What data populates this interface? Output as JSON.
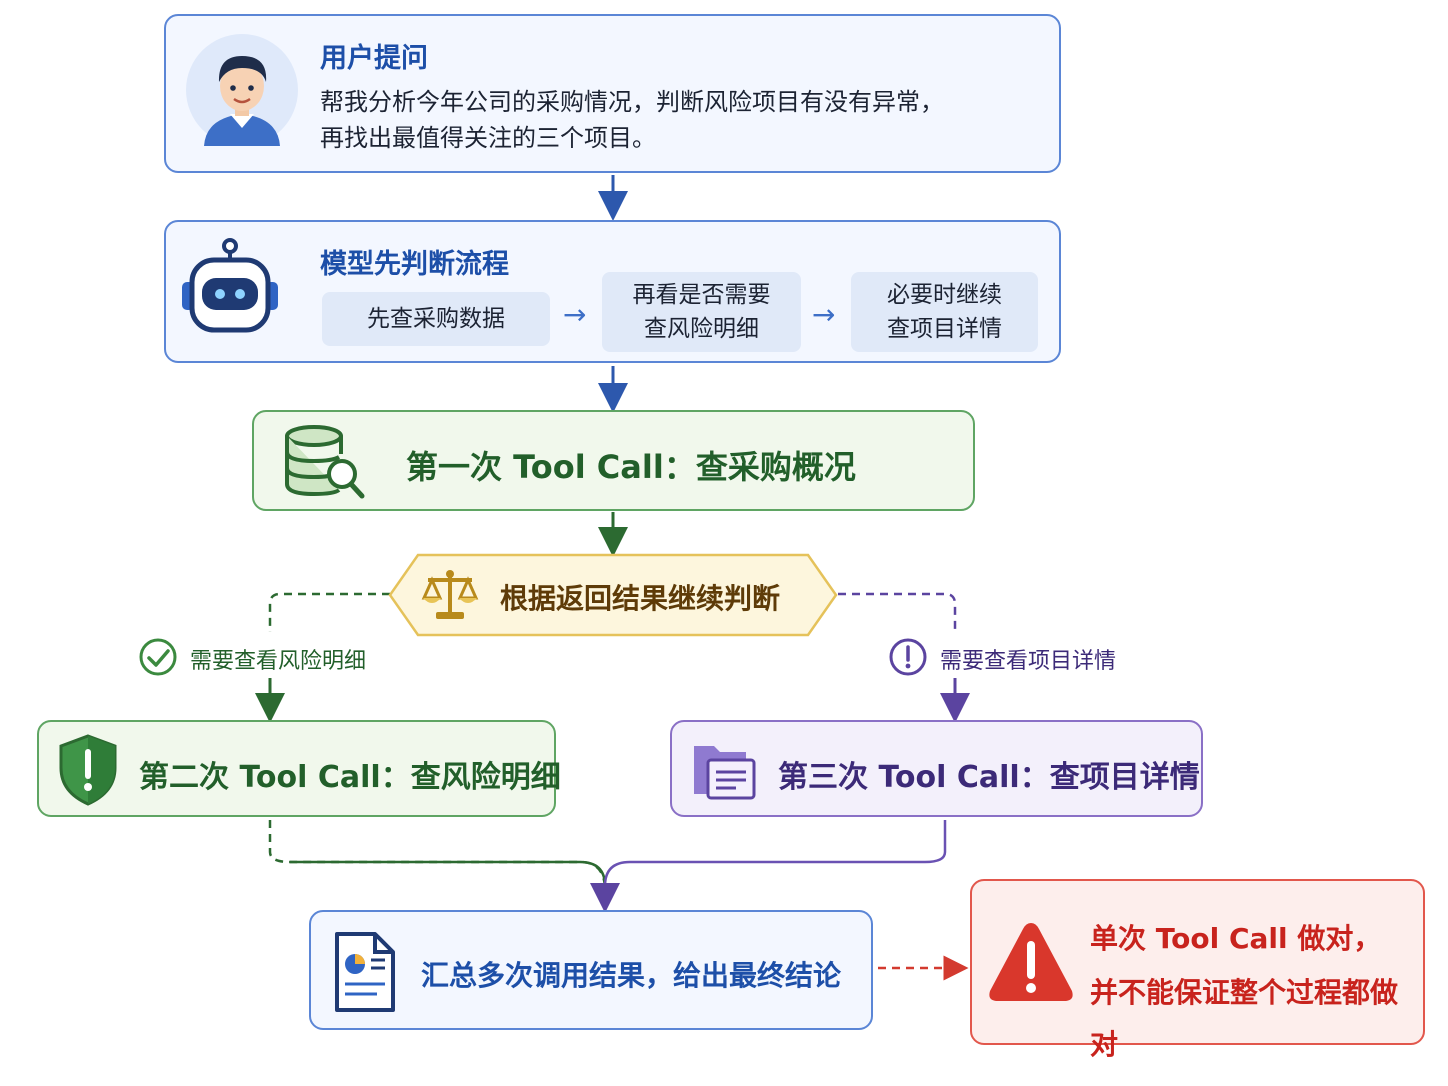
{
  "user": {
    "title": "用户提问",
    "question_line1": "帮我分析今年公司的采购情况，判断风险项目有没有异常，",
    "question_line2": "再找出最值得关注的三个项目。"
  },
  "model": {
    "title": "模型先判断流程",
    "steps": [
      {
        "line1": "先查采购数据",
        "line2": ""
      },
      {
        "line1": "再看是否需要",
        "line2": "查风险明细"
      },
      {
        "line1": "必要时继续",
        "line2": "查项目详情"
      }
    ]
  },
  "tool_call_1": {
    "label": "第一次 Tool Call：查采购概况"
  },
  "decision": {
    "label": "根据返回结果继续判断"
  },
  "branch_left": {
    "label": "需要查看风险明细"
  },
  "branch_right": {
    "label": "需要查看项目详情"
  },
  "tool_call_2": {
    "label": "第二次  Tool Call：查风险明细"
  },
  "tool_call_3": {
    "label": "第三次  Tool Call：查项目详情"
  },
  "summary": {
    "label": "汇总多次调用结果，给出最终结论"
  },
  "warning": {
    "line1": "单次  Tool Call 做对，",
    "line2": "并不能保证整个过程都做对"
  },
  "colors": {
    "blue": "#5b86d6",
    "green": "#5fa563",
    "purple": "#8a70c6",
    "red": "#e2574c",
    "gold": "#e5c25a"
  },
  "icons": [
    "user-avatar-icon",
    "robot-icon",
    "database-search-icon",
    "scale-icon",
    "check-circle-icon",
    "exclamation-circle-icon",
    "shield-alert-icon",
    "folder-document-icon",
    "report-document-icon",
    "warning-triangle-icon"
  ]
}
